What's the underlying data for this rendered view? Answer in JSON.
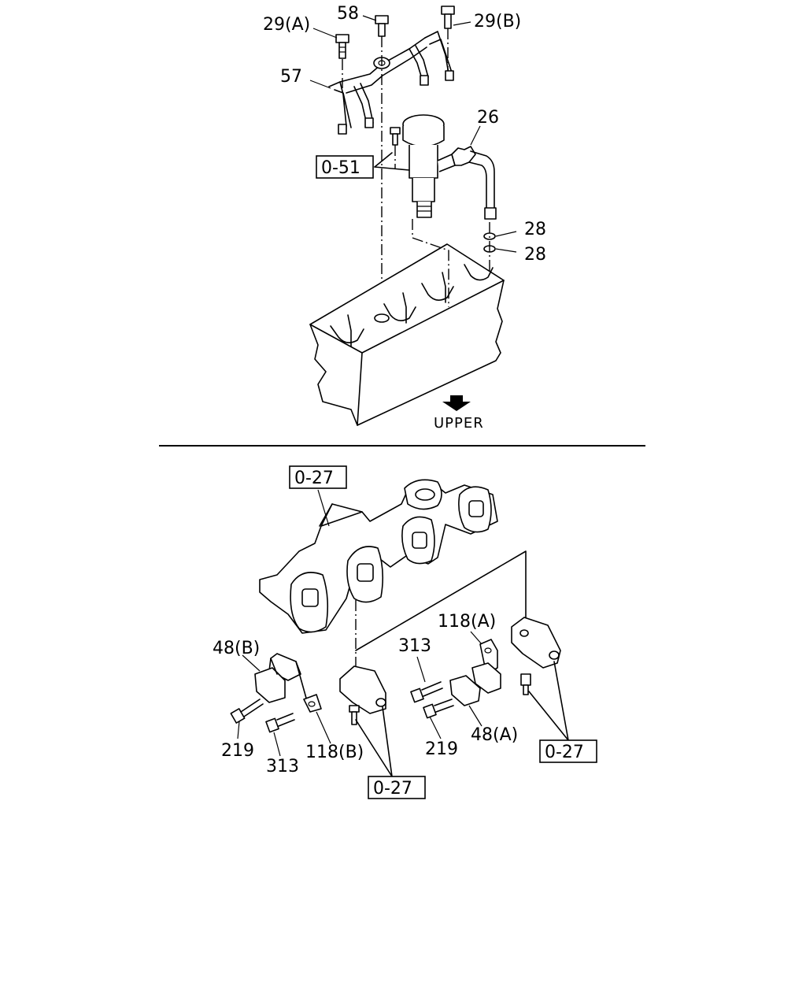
{
  "labels": {
    "p29a": "29(A)",
    "p58": "58",
    "p29b": "29(B)",
    "p57": "57",
    "p26": "26",
    "ref051": "0-51",
    "p28_top": "28",
    "p28_bottom": "28",
    "upper": "UPPER",
    "ref027_top": "0-27",
    "p48b": "48(B)",
    "p118a": "118(A)",
    "p313_right": "313",
    "p219_left": "219",
    "p313_left": "313",
    "p118b": "118(B)",
    "p219_right": "219",
    "p48a": "48(A)",
    "ref027_right": "0-27",
    "ref027_bottom": "0-27"
  },
  "icons": {
    "upper_arrow": "down-arrow-icon"
  }
}
